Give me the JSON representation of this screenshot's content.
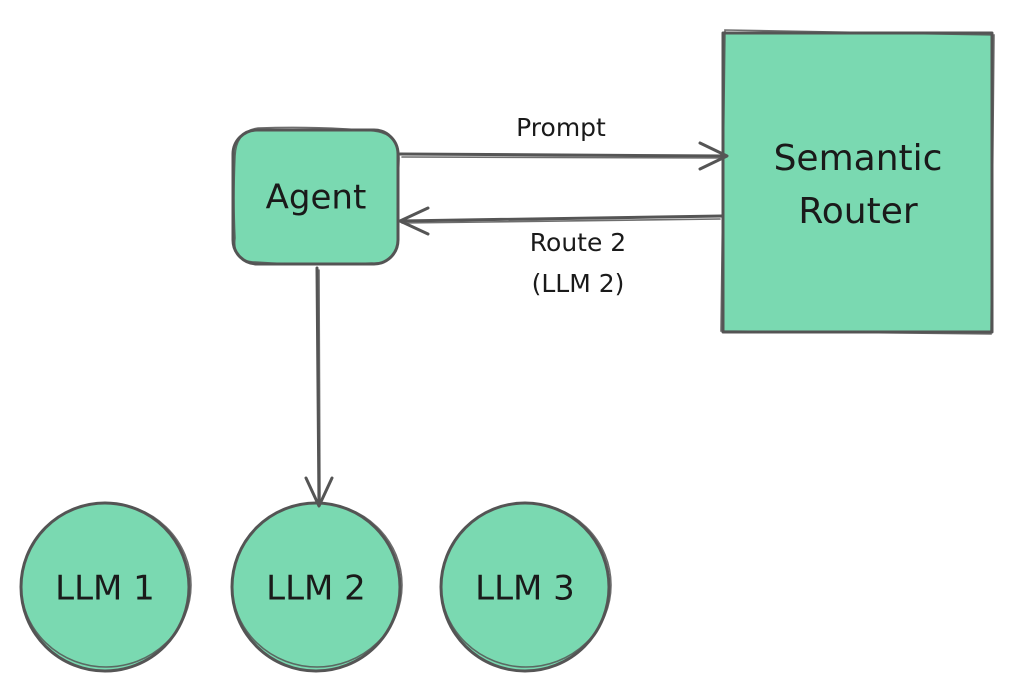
{
  "colors": {
    "node_fill": "#7ad9b1",
    "stroke": "#555555",
    "text": "#1a1a1a",
    "background": "#ffffff"
  },
  "nodes": {
    "agent": {
      "label": "Agent"
    },
    "router": {
      "label_line1": "Semantic",
      "label_line2": "Router"
    },
    "llm1": {
      "label": "LLM 1"
    },
    "llm2": {
      "label": "LLM 2"
    },
    "llm3": {
      "label": "LLM 3"
    }
  },
  "edges": {
    "prompt": {
      "label": "Prompt"
    },
    "route": {
      "label_line1": "Route 2",
      "label_line2": "(LLM 2)"
    }
  }
}
